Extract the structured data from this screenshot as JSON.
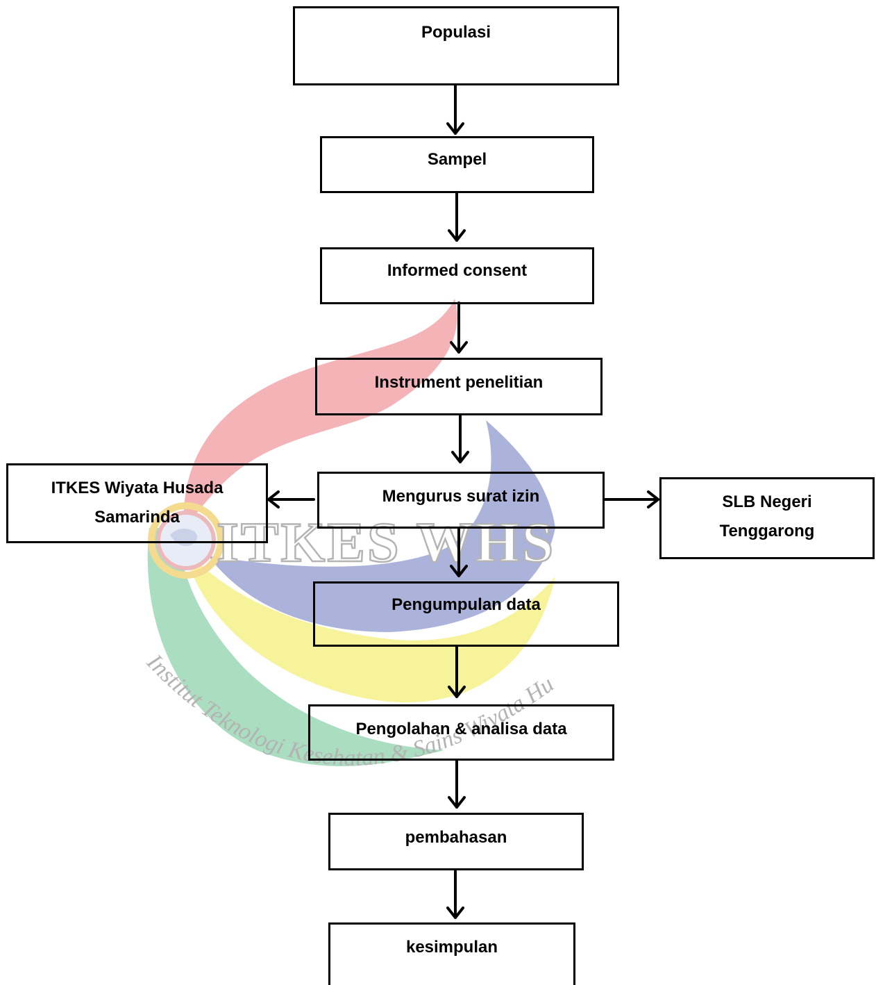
{
  "diagram": {
    "nodes": {
      "populasi": "Populasi",
      "sampel": "Sampel",
      "informed_consent": "Informed consent",
      "instrument": "Instrument penelitian",
      "mengurus": "Mengurus surat izin",
      "itkes_line1": "ITKES Wiyata Husada",
      "itkes_line2": "Samarinda",
      "slb_line1": "SLB Negeri",
      "slb_line2": "Tenggarong",
      "pengumpulan": "Pengumpulan data",
      "pengolahan": "Pengolahan & analisa data",
      "pembahasan": "pembahasan",
      "kesimpulan": "kesimpulan"
    }
  },
  "watermark": {
    "name": "ITKES WHS",
    "arc_text": "Institut Teknologi Kesehatan & Sains    Wiyata Husada Samarinda",
    "colors": {
      "red": "#f19a9f",
      "blue": "#8f9ad0",
      "yellow": "#f5ef7a",
      "green": "#8fd3ab"
    }
  }
}
